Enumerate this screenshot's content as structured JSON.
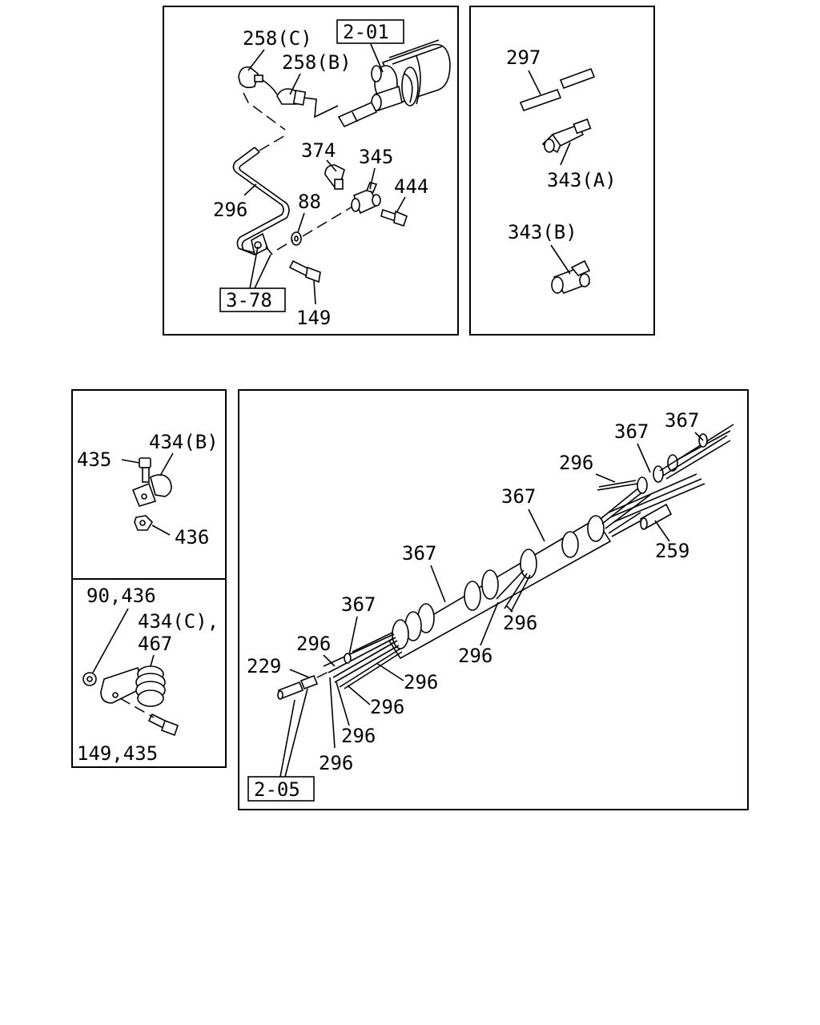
{
  "panels": {
    "top_left": {
      "labels": {
        "l258c": "258(C)",
        "l258b": "258(B)",
        "l374": "374",
        "l345": "345",
        "l444": "444",
        "l296": "296",
        "l88": "88",
        "l149": "149"
      },
      "refs": {
        "r201": "2-01",
        "r378": "3-78"
      }
    },
    "top_right": {
      "labels": {
        "l297": "297",
        "l343a": "343(A)",
        "l343b": "343(B)"
      }
    },
    "mid_left_upper": {
      "labels": {
        "l435": "435",
        "l434b": "434(B)",
        "l436": "436"
      }
    },
    "mid_left_lower": {
      "labels": {
        "l90_436": "90,436",
        "l434c": "434(C),",
        "l467": "467",
        "l149_435": "149,435"
      }
    },
    "mid_right": {
      "labels": {
        "l367a": "367",
        "l367b": "367",
        "l296a": "296",
        "l367c": "367",
        "l259": "259",
        "l367d": "367",
        "l367e": "367",
        "l296b": "296",
        "l296c": "296",
        "l296d": "296",
        "l229": "229",
        "l296e": "296",
        "l296f": "296",
        "l296g": "296",
        "l296h": "296"
      },
      "refs": {
        "r205": "2-05"
      }
    }
  }
}
